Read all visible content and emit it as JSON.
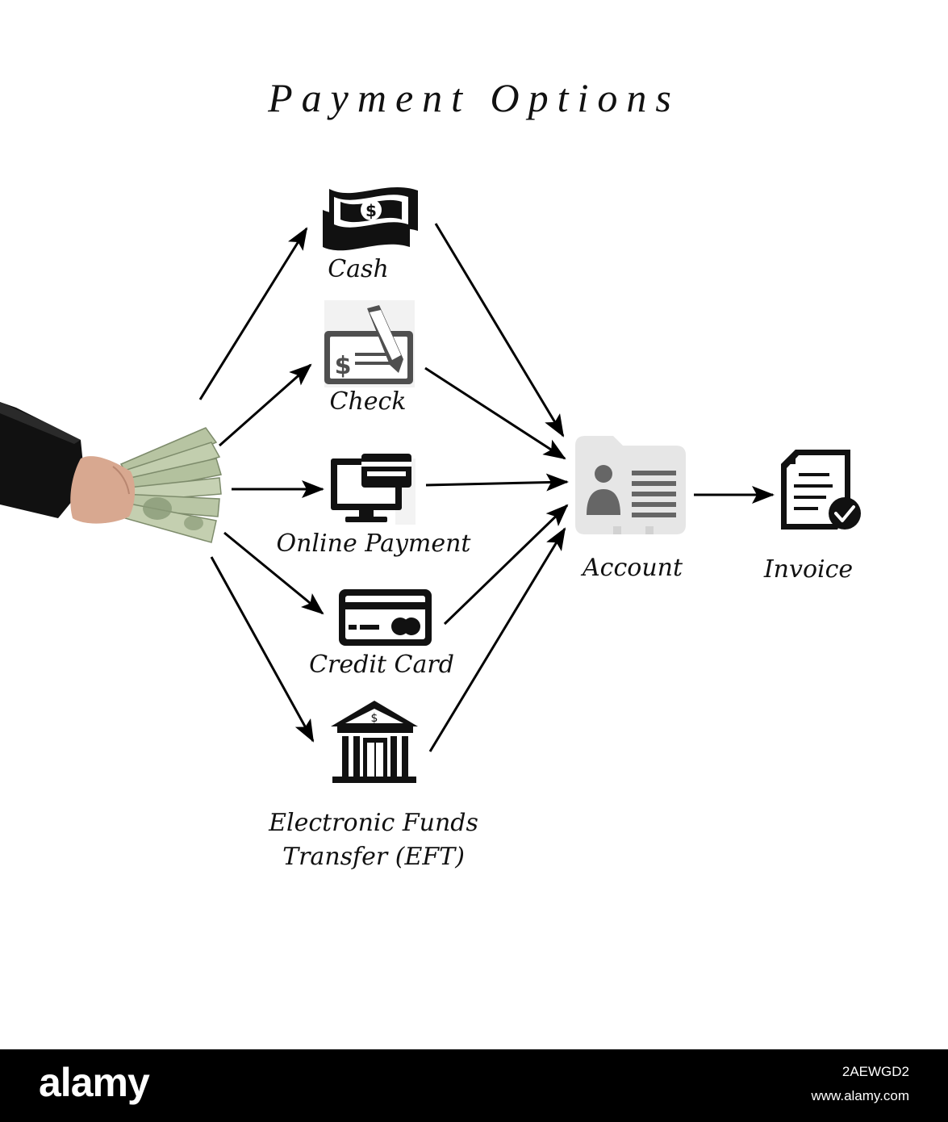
{
  "title": "Payment Options",
  "nodes": {
    "cash": "Cash",
    "check": "Check",
    "online_payment": "Online Payment",
    "credit_card": "Credit Card",
    "eft_line1": "Electronic Funds",
    "eft_line2": "Transfer (EFT)",
    "account": "Account",
    "invoice": "Invoice"
  },
  "icons": {
    "source": "hand-holding-money-icon",
    "cash": "banknote-icon",
    "check": "check-pen-icon",
    "online_payment": "computer-card-icon",
    "credit_card": "credit-card-icon",
    "eft": "bank-icon",
    "account": "account-folder-icon",
    "invoice": "invoice-check-icon"
  },
  "bank_symbol": "$",
  "footer": {
    "brand": "alamy",
    "image_id": "2AEWGD2",
    "url": "www.alamy.com"
  }
}
